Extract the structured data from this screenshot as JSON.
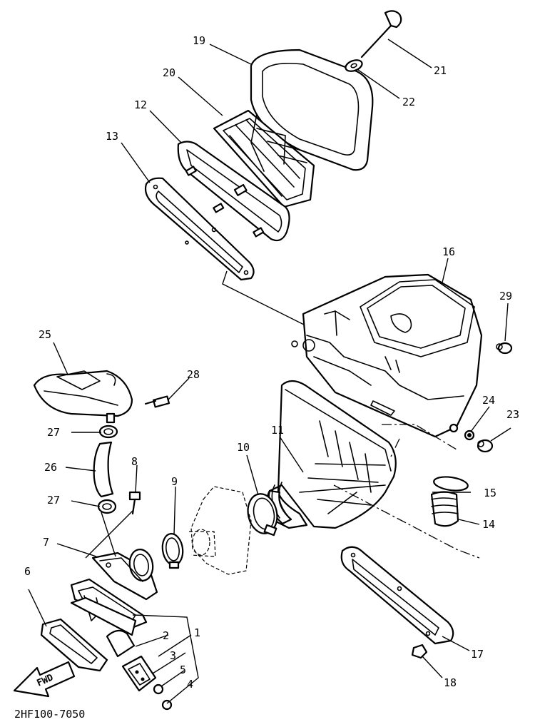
{
  "diagram_code": "2HF100-7050",
  "fwd_label": "FWD",
  "callouts": [
    {
      "id": "1",
      "label": "1"
    },
    {
      "id": "2",
      "label": "2"
    },
    {
      "id": "3",
      "label": "3"
    },
    {
      "id": "4",
      "label": "4"
    },
    {
      "id": "5",
      "label": "5"
    },
    {
      "id": "6",
      "label": "6"
    },
    {
      "id": "7",
      "label": "7"
    },
    {
      "id": "8",
      "label": "8"
    },
    {
      "id": "9",
      "label": "9"
    },
    {
      "id": "10",
      "label": "10"
    },
    {
      "id": "11",
      "label": "11"
    },
    {
      "id": "12",
      "label": "12"
    },
    {
      "id": "13",
      "label": "13"
    },
    {
      "id": "14",
      "label": "14"
    },
    {
      "id": "15",
      "label": "15"
    },
    {
      "id": "16",
      "label": "16"
    },
    {
      "id": "17",
      "label": "17"
    },
    {
      "id": "18",
      "label": "18"
    },
    {
      "id": "19",
      "label": "19"
    },
    {
      "id": "20",
      "label": "20"
    },
    {
      "id": "21",
      "label": "21"
    },
    {
      "id": "22",
      "label": "22"
    },
    {
      "id": "23",
      "label": "23"
    },
    {
      "id": "24",
      "label": "24"
    },
    {
      "id": "25",
      "label": "25"
    },
    {
      "id": "26",
      "label": "26"
    },
    {
      "id": "27a",
      "label": "27"
    },
    {
      "id": "27b",
      "label": "27"
    },
    {
      "id": "28",
      "label": "28"
    },
    {
      "id": "29",
      "label": "29"
    }
  ]
}
